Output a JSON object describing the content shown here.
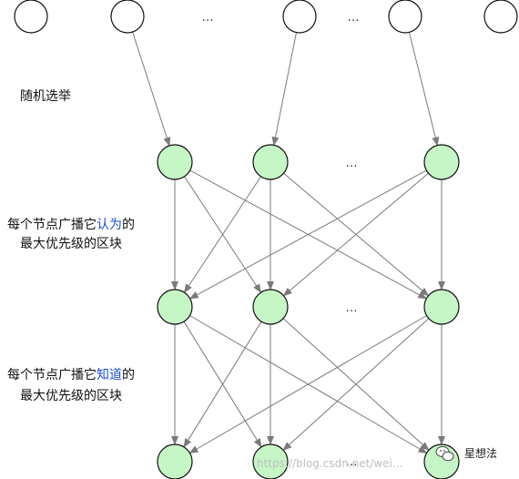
{
  "labels": {
    "step1": "随机选举",
    "step2_pre": "每个节点广播它",
    "step2_hl": "认为",
    "step2_post": "的",
    "step2_line2": "最大优先级的区块",
    "step3_pre": "每个节点广播它",
    "step3_hl": "知道",
    "step3_post": "的",
    "step3_line2": "最大优先级的区块"
  },
  "ellipsis": "…",
  "watermark": "https://blog.csdn.net/wei...",
  "brand_name": "星想法",
  "colors": {
    "highlight": "#1f4fd1",
    "node_fill": "#c6f5c6",
    "node_stroke": "#111111",
    "top_fill": "#ffffff",
    "edge": "#7a7a7a"
  }
}
